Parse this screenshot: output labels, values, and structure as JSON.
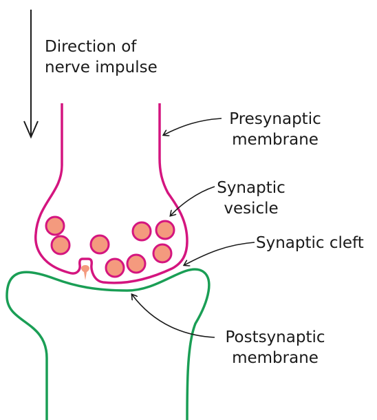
{
  "labels": {
    "direction_line1": "Direction of",
    "direction_line2": "nerve impulse",
    "presynaptic_line1": "Presynaptic",
    "presynaptic_line2": "membrane",
    "vesicle_line1": "Synaptic",
    "vesicle_line2": "vesicle",
    "cleft": "Synaptic cleft",
    "postsynaptic_line1": "Postsynaptic",
    "postsynaptic_line2": "membrane"
  },
  "colors": {
    "presynaptic_membrane": "#d4157f",
    "postsynaptic_membrane": "#1a9e55",
    "vesicle_fill": "#f49a7e",
    "vesicle_outline": "#d4157f",
    "arrow": "#1a1a1a"
  }
}
